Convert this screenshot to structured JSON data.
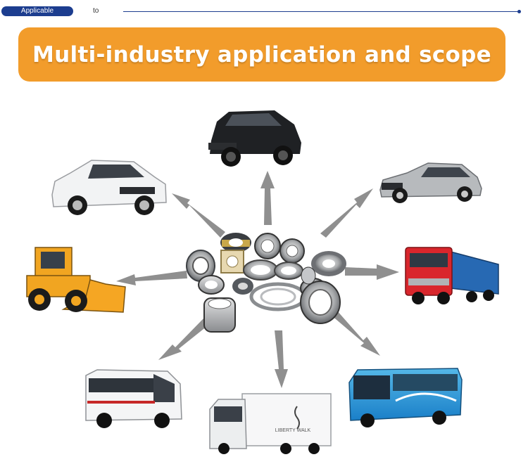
{
  "header": {
    "tag_label": "Applicable",
    "tag_suffix": "to"
  },
  "banner": {
    "title": "Multi-industry application and scope"
  },
  "colors": {
    "banner": "#f29c2b",
    "tag": "#1c3d8f",
    "arrow": "#8f8f8f"
  },
  "products": {
    "ltruck_lettering": "LIBERTY WALK"
  }
}
